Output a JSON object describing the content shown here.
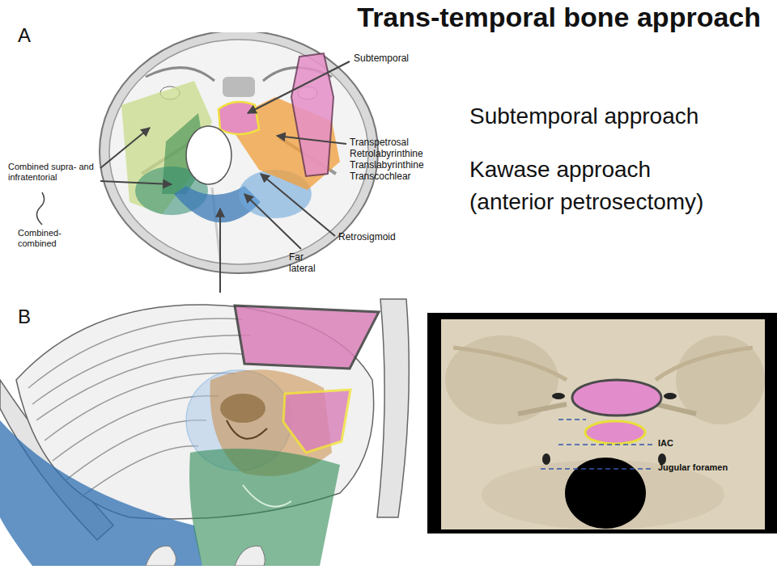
{
  "diagram": {
    "title": "Trans-temporal bone approach",
    "labels": [
      "A",
      "Subtemporal",
      "Transpetrosal",
      "Retrolabyrinthine",
      "Translabyrinthine",
      "Transcochlear",
      "Subtemporal approach",
      "Combined supra- and infratentorial",
      "Kawase approach (anterior petrosectomy)",
      "Combined-combined",
      "Retrosigmoid",
      "Far lateral",
      "B",
      "IAC",
      "Jugular foramen"
    ]
  }
}
